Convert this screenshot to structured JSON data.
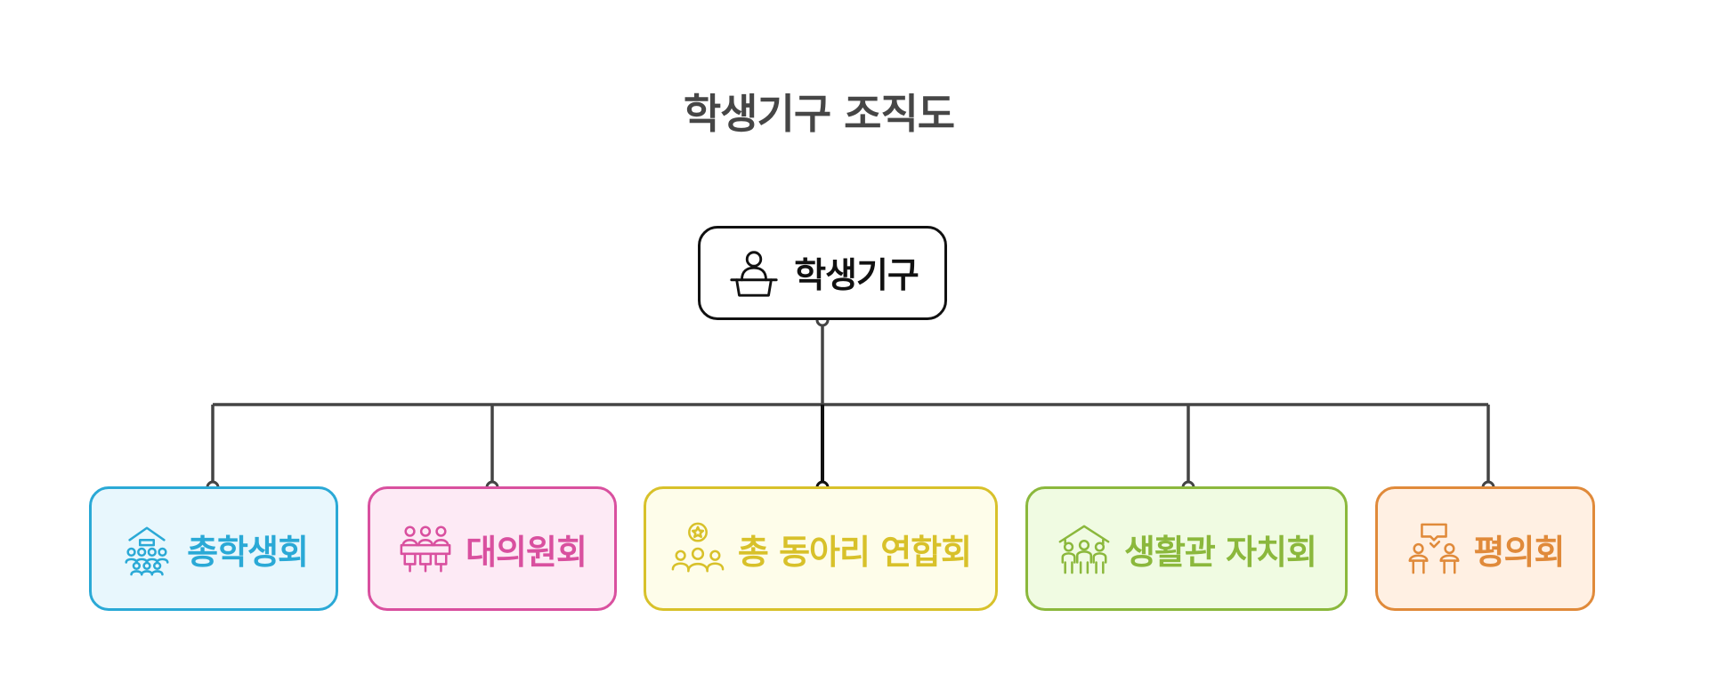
{
  "title": "학생기구 조직도",
  "root": {
    "label": "학생기구",
    "icon": "speaker-podium-icon",
    "color": "#111111"
  },
  "children": [
    {
      "label": "총학생회",
      "icon": "graduation-group-icon",
      "color": "#2AA9D6",
      "bg": "#E8F7FD"
    },
    {
      "label": "대의원회",
      "icon": "assembly-table-icon",
      "color": "#D9509F",
      "bg": "#FDEAF5"
    },
    {
      "label": "총 동아리 연합회",
      "icon": "star-group-icon",
      "color": "#D8C12A",
      "bg": "#FEFDEA"
    },
    {
      "label": "생활관 자치회",
      "icon": "house-community-icon",
      "color": "#8BB83C",
      "bg": "#F0FBE2"
    },
    {
      "label": "평의회",
      "icon": "discussion-icon",
      "color": "#E08A3A",
      "bg": "#FFF0E3"
    }
  ],
  "connector_color": "#444444"
}
